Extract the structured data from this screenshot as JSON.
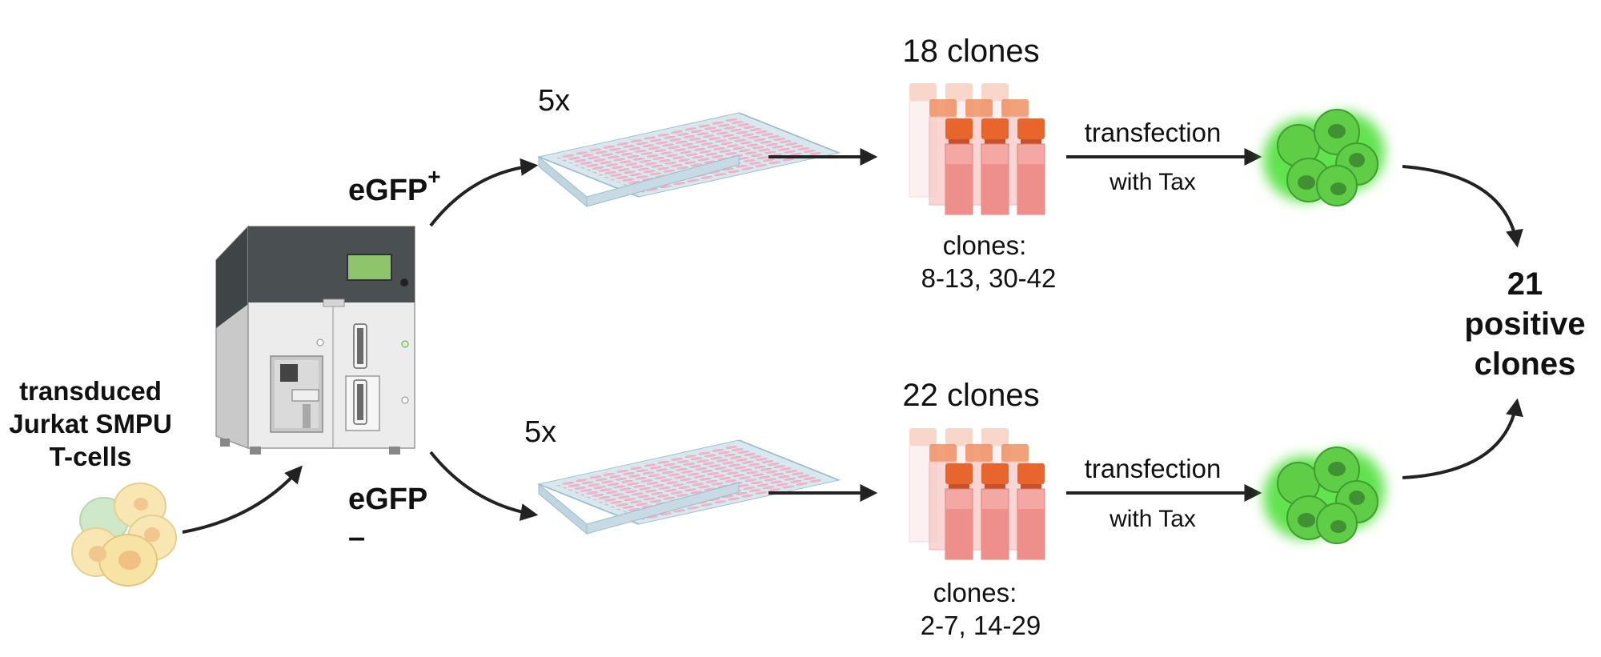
{
  "labels": {
    "input_line1": "transduced",
    "input_line2": "Jurkat SMPU",
    "input_line3": "T-cells",
    "egfp_pos": "eGFP",
    "egfp_pos_sup": "+",
    "egfp_neg": "eGFP",
    "egfp_neg_sub": "–",
    "top_plate_count": "5x",
    "bottom_plate_count": "5x",
    "top_clone_count": "18 clones",
    "bottom_clone_count": "22 clones",
    "top_clones_label": "clones:",
    "top_clones_ids": "8-13, 30-42",
    "bottom_clones_label": "clones:",
    "bottom_clones_ids": "2-7, 14-29",
    "top_arrow_line1": "transfection",
    "top_arrow_line2": "with Tax",
    "bottom_arrow_line1": "transfection",
    "bottom_arrow_line2": "with Tax",
    "result_line1": "21",
    "result_line2": "positive",
    "result_line3": "clones"
  },
  "colors": {
    "arrow": "#222222",
    "plate_well": "#f2b3c6",
    "plate_body": "#d7e8ef",
    "vial_cap": "#e8662e",
    "vial_body": "#f4a8a4",
    "gfp_cell": "#4fc23f",
    "input_cell": "#f5dc98"
  },
  "icons": [
    "cell-sorter-icon",
    "well-plate-icon",
    "vial-rack-icon",
    "green-cell-cluster-icon",
    "cell-cluster-icon"
  ]
}
